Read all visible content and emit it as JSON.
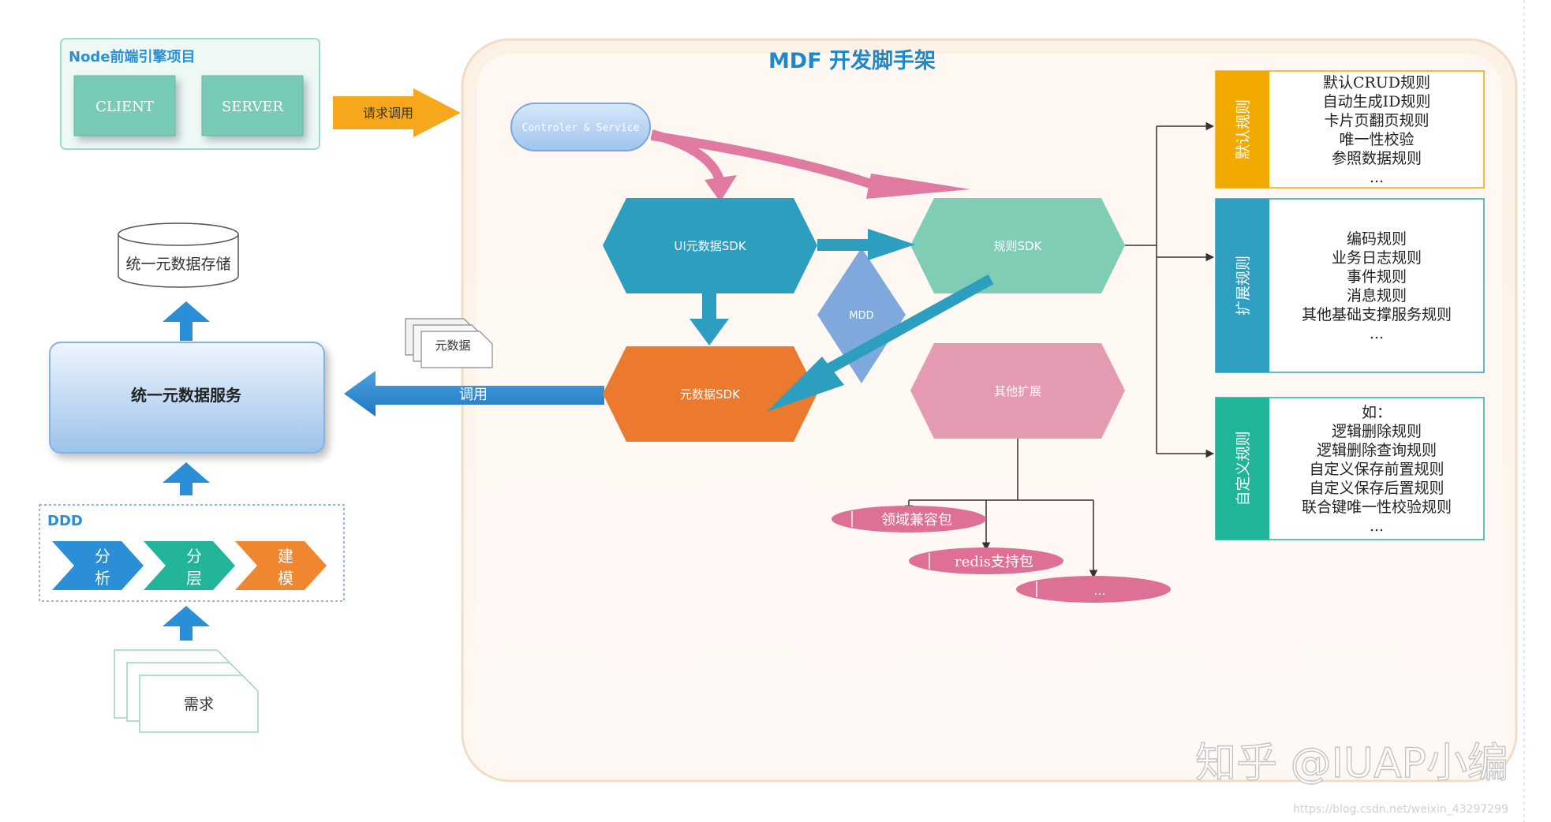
{
  "diagram": {
    "title": "MDF 开发脚手架",
    "node_project": {
      "title": "Node前端引擎项目",
      "client": "CLIENT",
      "server": "SERVER"
    },
    "request_call": "请求调用",
    "storage": "统一元数据存储",
    "metadata_service": "统一元数据服务",
    "ddd": {
      "title": "DDD",
      "steps": [
        {
          "line1": "分",
          "line2": "析",
          "color": "#2a8fd6"
        },
        {
          "line1": "分",
          "line2": "层",
          "color": "#22b59a"
        },
        {
          "line1": "建",
          "line2": "模",
          "color": "#ef8630"
        }
      ]
    },
    "requirement": "需求",
    "metadata_doc": "元数据",
    "call_label": "调用",
    "controller": "Controler & Service",
    "ui_sdk": "UI元数据SDK",
    "rule_sdk": "规则SDK",
    "mdd": "MDD",
    "meta_sdk": "元数据SDK",
    "other_ext": "其他扩展",
    "packages": [
      "领域兼容包",
      "redis支持包",
      "..."
    ],
    "rule_groups": [
      {
        "tab": "默认规则",
        "color": "#f2a900",
        "lines": [
          "默认CRUD规则",
          "自动生成ID规则",
          "卡片页翻页规则",
          "唯一性校验",
          "参照数据规则",
          "..."
        ]
      },
      {
        "tab": "扩展规则",
        "color": "#2e9fc1",
        "lines": [
          "编码规则",
          "业务日志规则",
          "事件规则",
          "消息规则",
          "其他基础支撑服务规则",
          "..."
        ]
      },
      {
        "tab": "自定义规则",
        "color": "#20b598",
        "lines": [
          "如：",
          "逻辑删除规则",
          "逻辑删除查询规则",
          "自定义保存前置规则",
          "自定义保存后置规则",
          "联合键唯一性校验规则",
          "..."
        ]
      }
    ],
    "watermark": "知乎 @IUAP小编",
    "url": "https://blog.csdn.net/weixin_43297299"
  },
  "colors": {
    "title_blue": "#1e88c8",
    "ui_sdk": "#2c9ec0",
    "rule_sdk": "#7fcdb4",
    "meta_sdk": "#ec7a2e",
    "other_ext": "#e49ab0",
    "mdd": "#7fa8dc",
    "pink_arrow": "#e07aa0",
    "package_pink": "#de6f95",
    "request_arrow": "#f6a81c"
  }
}
